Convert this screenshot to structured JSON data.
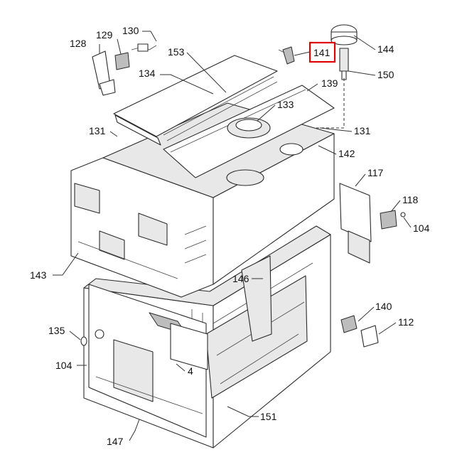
{
  "diagram": {
    "callouts": [
      {
        "id": "c128",
        "label": "128"
      },
      {
        "id": "c129",
        "label": "129"
      },
      {
        "id": "c130",
        "label": "130"
      },
      {
        "id": "c153",
        "label": "153"
      },
      {
        "id": "c134",
        "label": "134"
      },
      {
        "id": "c141",
        "label": "141",
        "highlighted": true
      },
      {
        "id": "c144",
        "label": "144"
      },
      {
        "id": "c150",
        "label": "150"
      },
      {
        "id": "c139",
        "label": "139"
      },
      {
        "id": "c133",
        "label": "133"
      },
      {
        "id": "c131a",
        "label": "131"
      },
      {
        "id": "c131b",
        "label": "131"
      },
      {
        "id": "c142",
        "label": "142"
      },
      {
        "id": "c117",
        "label": "117"
      },
      {
        "id": "c118",
        "label": "118"
      },
      {
        "id": "c104a",
        "label": "104"
      },
      {
        "id": "c143",
        "label": "143"
      },
      {
        "id": "c146",
        "label": "146"
      },
      {
        "id": "c140",
        "label": "140"
      },
      {
        "id": "c112",
        "label": "112"
      },
      {
        "id": "c135",
        "label": "135"
      },
      {
        "id": "c104b",
        "label": "104"
      },
      {
        "id": "c4",
        "label": "4"
      },
      {
        "id": "c147",
        "label": "147"
      },
      {
        "id": "c151",
        "label": "151"
      }
    ],
    "colors": {
      "highlight": "#e10000",
      "line": "#2b2b2b"
    }
  }
}
